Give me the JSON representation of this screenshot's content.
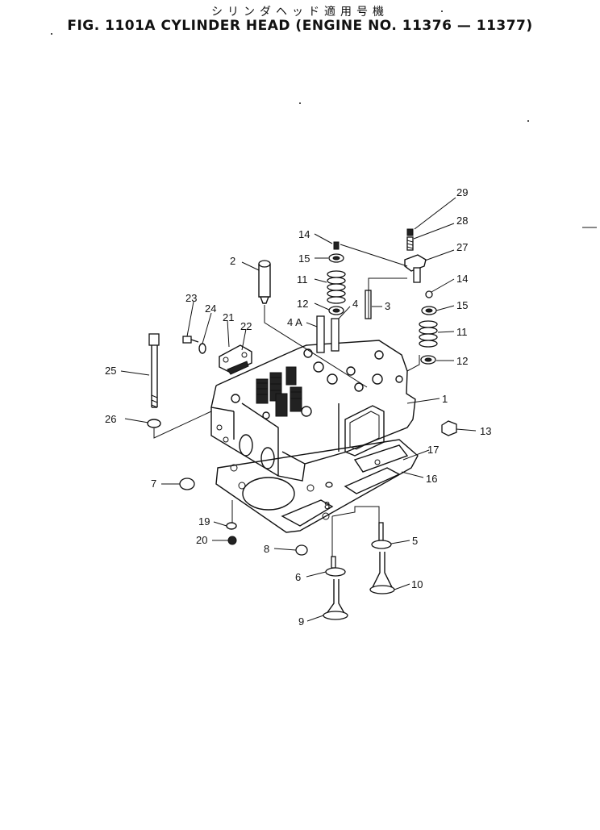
{
  "header": {
    "title_jp": "シリンダヘッド適用号機",
    "title_en": "FIG. 1101A  CYLINDER HEAD (ENGINE NO. 11376 — 11377)"
  },
  "callouts": {
    "c1": "1",
    "c2": "2",
    "c3": "3",
    "c4": "4",
    "c4a": "4 A",
    "c5": "5",
    "c6": "6",
    "c7": "7",
    "c8a": "8",
    "c8b": "8",
    "c9": "9",
    "c10": "10",
    "c11a": "11",
    "c11b": "11",
    "c12a": "12",
    "c12b": "12",
    "c13": "13",
    "c14a": "14",
    "c14b": "14",
    "c15a": "15",
    "c15b": "15",
    "c16": "16",
    "c17": "17",
    "c19": "19",
    "c20": "20",
    "c21": "21",
    "c22": "22",
    "c23": "23",
    "c24": "24",
    "c25": "25",
    "c26": "26",
    "c27": "27",
    "c28": "28",
    "c29": "29"
  }
}
